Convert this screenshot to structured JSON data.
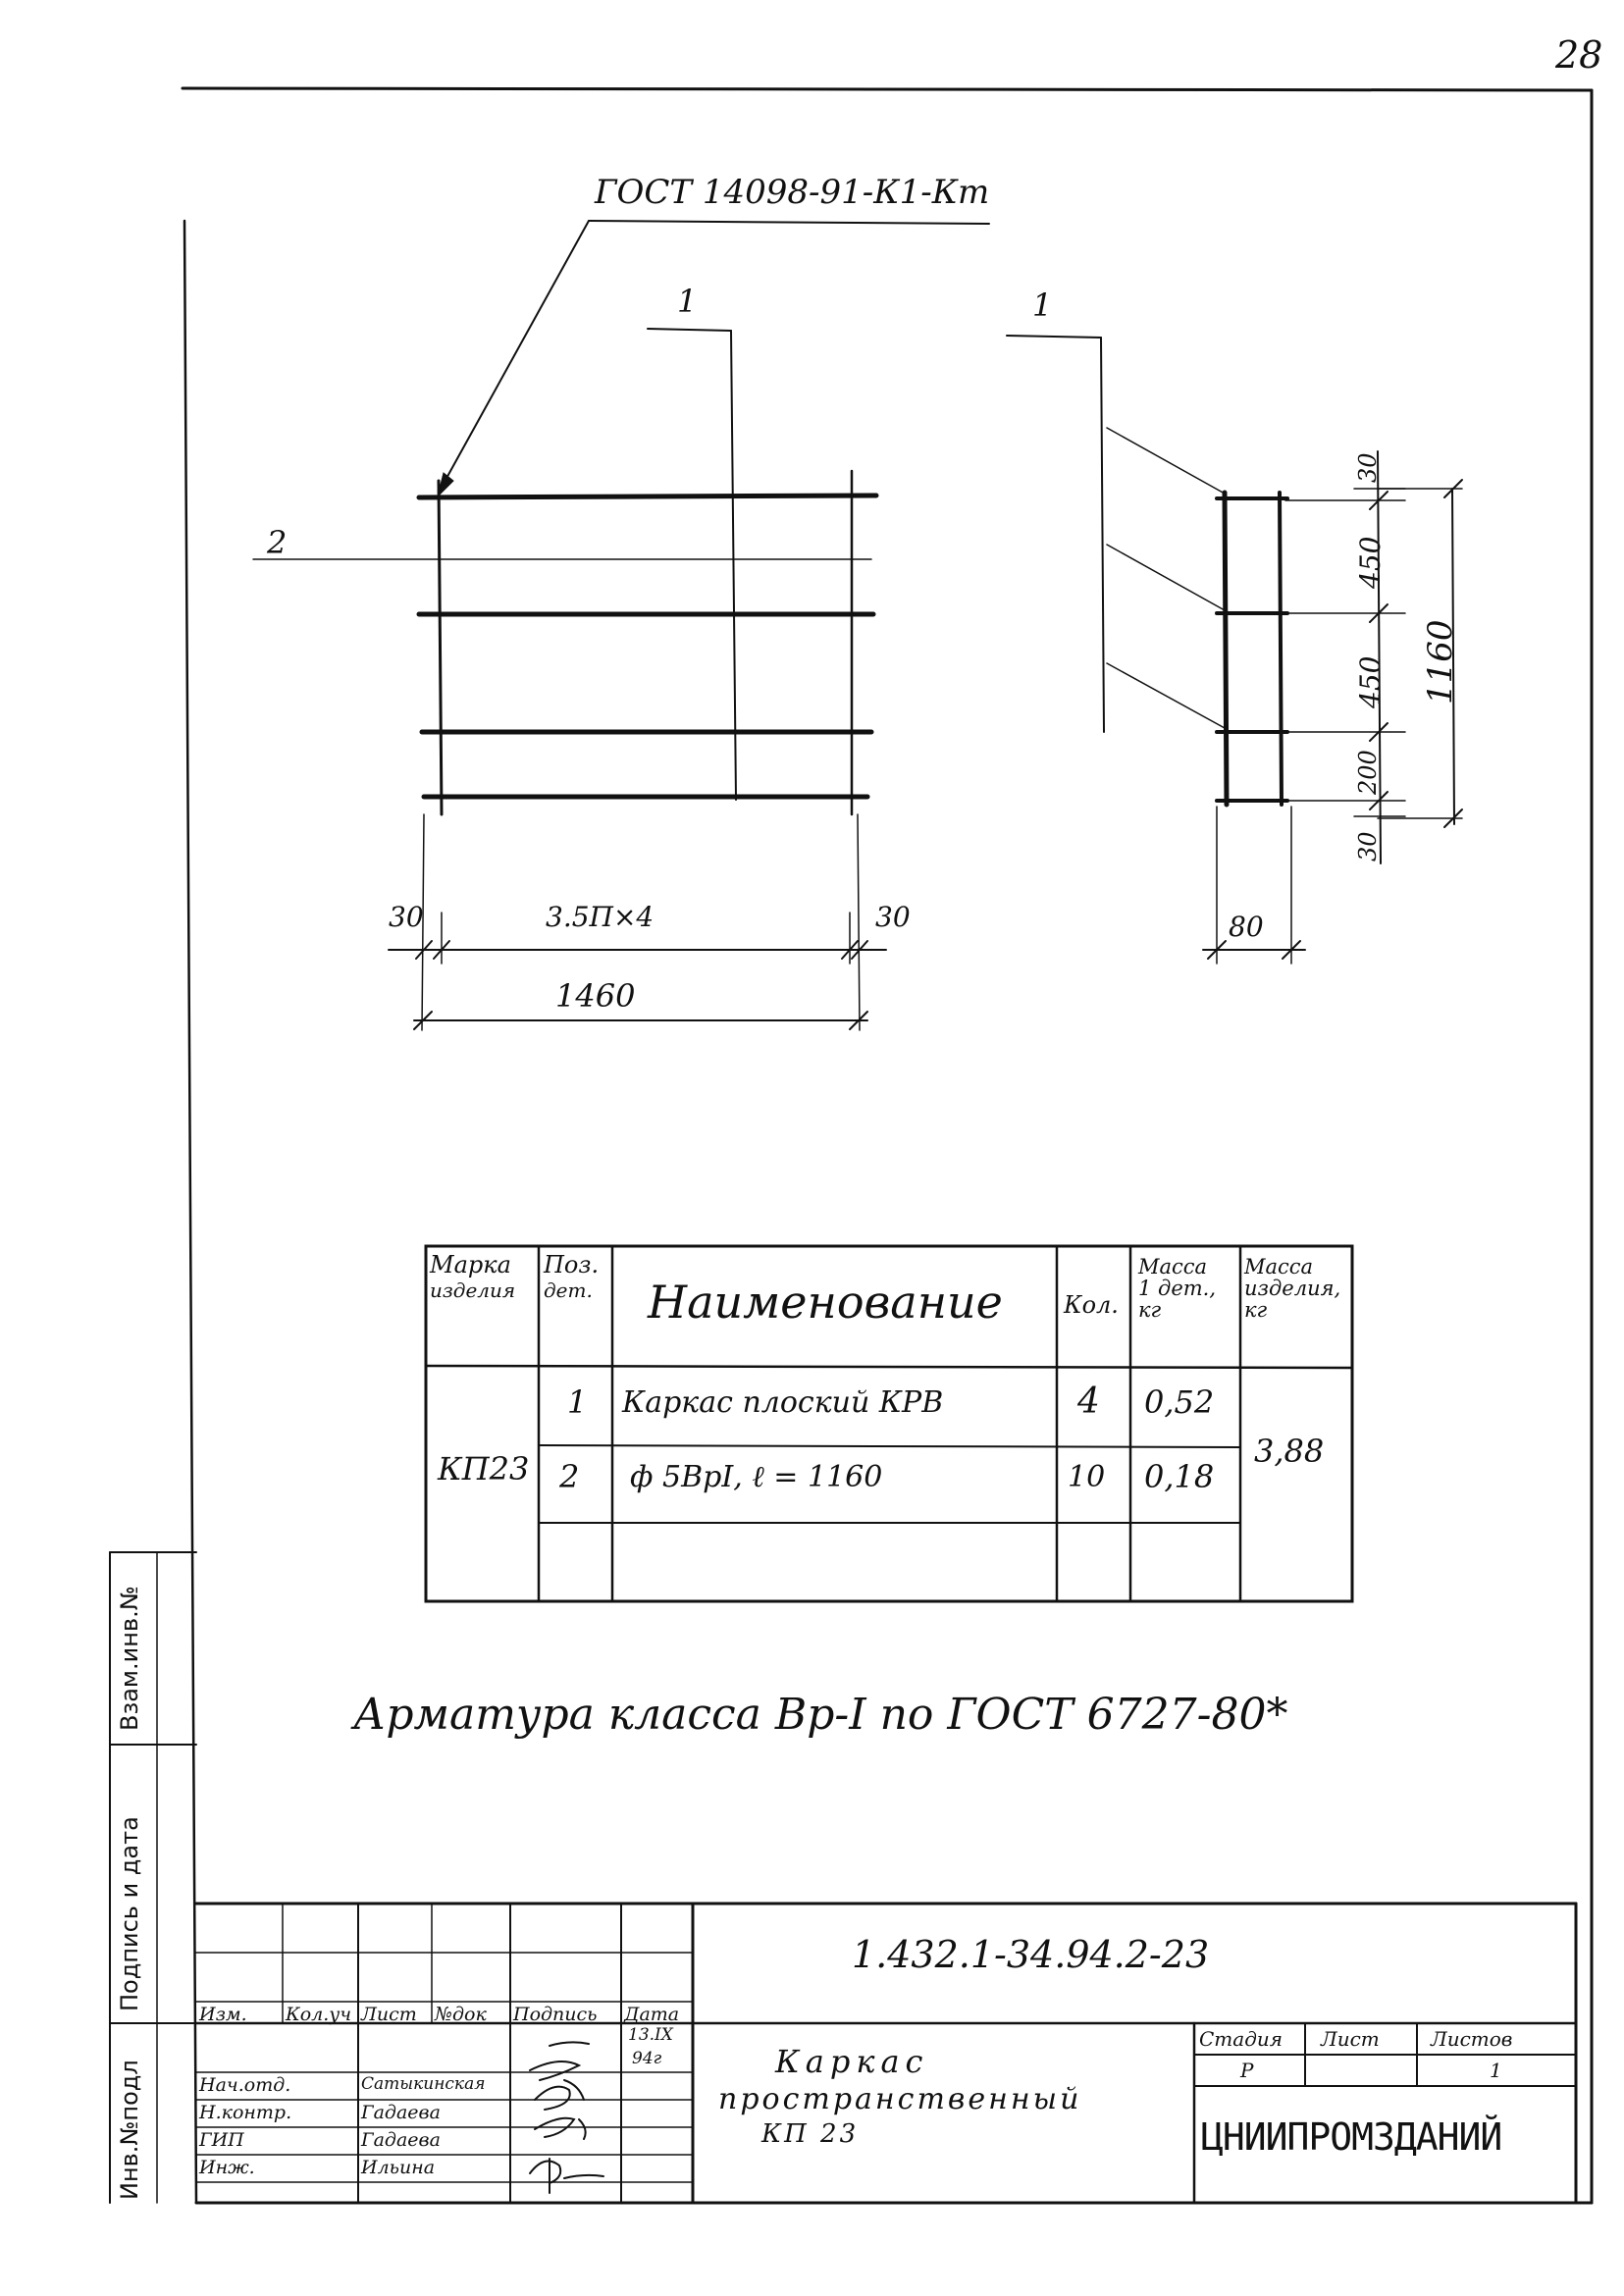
{
  "page_number": "28",
  "drawing": {
    "leader_gost": "ГОСТ 14098-91-К1-Кт",
    "pos_label_1a": "1",
    "pos_label_1b": "1",
    "pos_label_2": "2",
    "dim_left_margin": "30",
    "dim_spacing": "3.5П×4",
    "dim_right_margin": "30",
    "dim_total_length": "1460",
    "dim_v_top": "30",
    "dim_v_1": "450",
    "dim_v_2": "450",
    "dim_v_3": "200",
    "dim_v_bottom": "30",
    "dim_v_total": "1160",
    "dim_depth": "80"
  },
  "spec_table": {
    "headers": {
      "mark": [
        "Марка",
        "изделия"
      ],
      "pos": [
        "Поз.",
        "дет."
      ],
      "name": "Наименование",
      "qty": "Кол.",
      "mass_one": [
        "Масса",
        "1 дет.,",
        "кг"
      ],
      "mass_item": [
        "Масса",
        "изделия,",
        "кг"
      ]
    },
    "mark": "КП23",
    "total_mass": "3,88",
    "rows": [
      {
        "pos": "1",
        "name": "Каркас плоский КРВ",
        "qty": "4",
        "mass": "0,52"
      },
      {
        "pos": "2",
        "name": "ф 5ВрI,  ℓ = 1160",
        "qty": "10",
        "mass": "0,18"
      }
    ]
  },
  "note": "Арматура  класса  Вр-I  по  ГОСТ 6727-80*",
  "side_strip": {
    "vzam": "Взам.инв.№",
    "podpis": "Подпись и дата",
    "inv": "Инв.№подл"
  },
  "title_block": {
    "doc_code": "1.432.1-34.94.2-23",
    "col_headers": [
      "Изм.",
      "Кол.уч",
      "Лист",
      "№док",
      "Подпись",
      "Дата"
    ],
    "date_top": "13.IX",
    "date_bottom": "94г",
    "staff": [
      {
        "role": "Нач.отд.",
        "name": "Сатыкинская"
      },
      {
        "role": "Н.контр.",
        "name": "Гадаева"
      },
      {
        "role": "ГИП",
        "name": "Гадаева"
      },
      {
        "role": "Инж.",
        "name": "Ильина"
      }
    ],
    "title_line1": "Каркас",
    "title_line2": "пространственный",
    "title_line3": "КП 23",
    "stage_header": "Стадия",
    "sheet_header": "Лист",
    "sheets_header": "Листов",
    "stage": "Р",
    "sheets": "1",
    "org": "ЦНИИПРОМЗДАНИЙ"
  }
}
